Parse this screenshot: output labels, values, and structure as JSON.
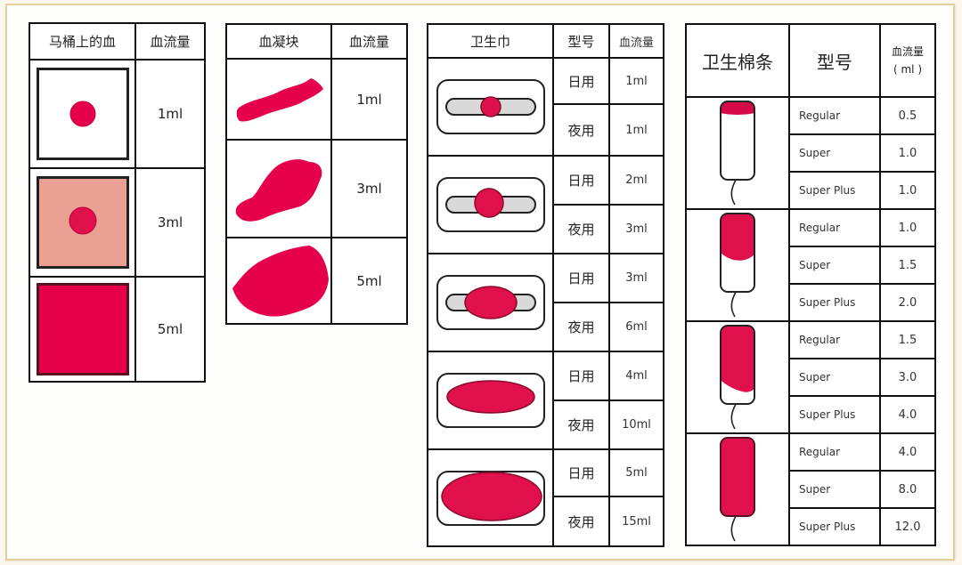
{
  "colors": {
    "blood": "#e6004c",
    "blood_dark": "#a0002e",
    "stain": "#eaa193",
    "pad_bg": "#d9d9d9",
    "frame_border": "#e3cf9e"
  },
  "toilet_table": {
    "headers": [
      "马桶上的血",
      "血流量"
    ],
    "rows": [
      {
        "icon": "small-dot-on-white",
        "value": "1ml"
      },
      {
        "icon": "dot-on-pink-stain",
        "value": "3ml"
      },
      {
        "icon": "fully-red-square",
        "value": "5ml"
      }
    ]
  },
  "clot_table": {
    "headers": [
      "血凝块",
      "血流量"
    ],
    "rows": [
      {
        "icon": "small-clot",
        "value": "1ml"
      },
      {
        "icon": "medium-clot",
        "value": "3ml"
      },
      {
        "icon": "large-clot",
        "value": "5ml"
      }
    ]
  },
  "pad_table": {
    "headers": [
      "卫生巾",
      "型号",
      "血流量"
    ],
    "groups": [
      {
        "icon": "pad-stain-1",
        "rows": [
          {
            "type": "日用",
            "value": "1ml"
          },
          {
            "type": "夜用",
            "value": "1ml"
          }
        ]
      },
      {
        "icon": "pad-stain-2",
        "rows": [
          {
            "type": "日用",
            "value": "2ml"
          },
          {
            "type": "夜用",
            "value": "3ml"
          }
        ]
      },
      {
        "icon": "pad-stain-3",
        "rows": [
          {
            "type": "日用",
            "value": "3ml"
          },
          {
            "type": "夜用",
            "value": "6ml"
          }
        ]
      },
      {
        "icon": "pad-stain-4",
        "rows": [
          {
            "type": "日用",
            "value": "4ml"
          },
          {
            "type": "夜用",
            "value": "10ml"
          }
        ]
      },
      {
        "icon": "pad-stain-5",
        "rows": [
          {
            "type": "日用",
            "value": "5ml"
          },
          {
            "type": "夜用",
            "value": "15ml"
          }
        ]
      }
    ]
  },
  "tampon_table": {
    "headers": [
      "卫生棉条",
      "型号",
      "血流量",
      "( ml )"
    ],
    "groups": [
      {
        "icon": "tampon-fill-1",
        "rows": [
          {
            "type": "Regular",
            "value": "0.5"
          },
          {
            "type": "Super",
            "value": "1.0"
          },
          {
            "type": "Super Plus",
            "value": "1.0"
          }
        ]
      },
      {
        "icon": "tampon-fill-2",
        "rows": [
          {
            "type": "Regular",
            "value": "1.0"
          },
          {
            "type": "Super",
            "value": "1.5"
          },
          {
            "type": "Super Plus",
            "value": "2.0"
          }
        ]
      },
      {
        "icon": "tampon-fill-3",
        "rows": [
          {
            "type": "Regular",
            "value": "1.5"
          },
          {
            "type": "Super",
            "value": "3.0"
          },
          {
            "type": "Super Plus",
            "value": "4.0"
          }
        ]
      },
      {
        "icon": "tampon-fill-4",
        "rows": [
          {
            "type": "Regular",
            "value": "4.0"
          },
          {
            "type": "Super",
            "value": "8.0"
          },
          {
            "type": "Super Plus",
            "value": "12.0"
          }
        ]
      }
    ]
  }
}
